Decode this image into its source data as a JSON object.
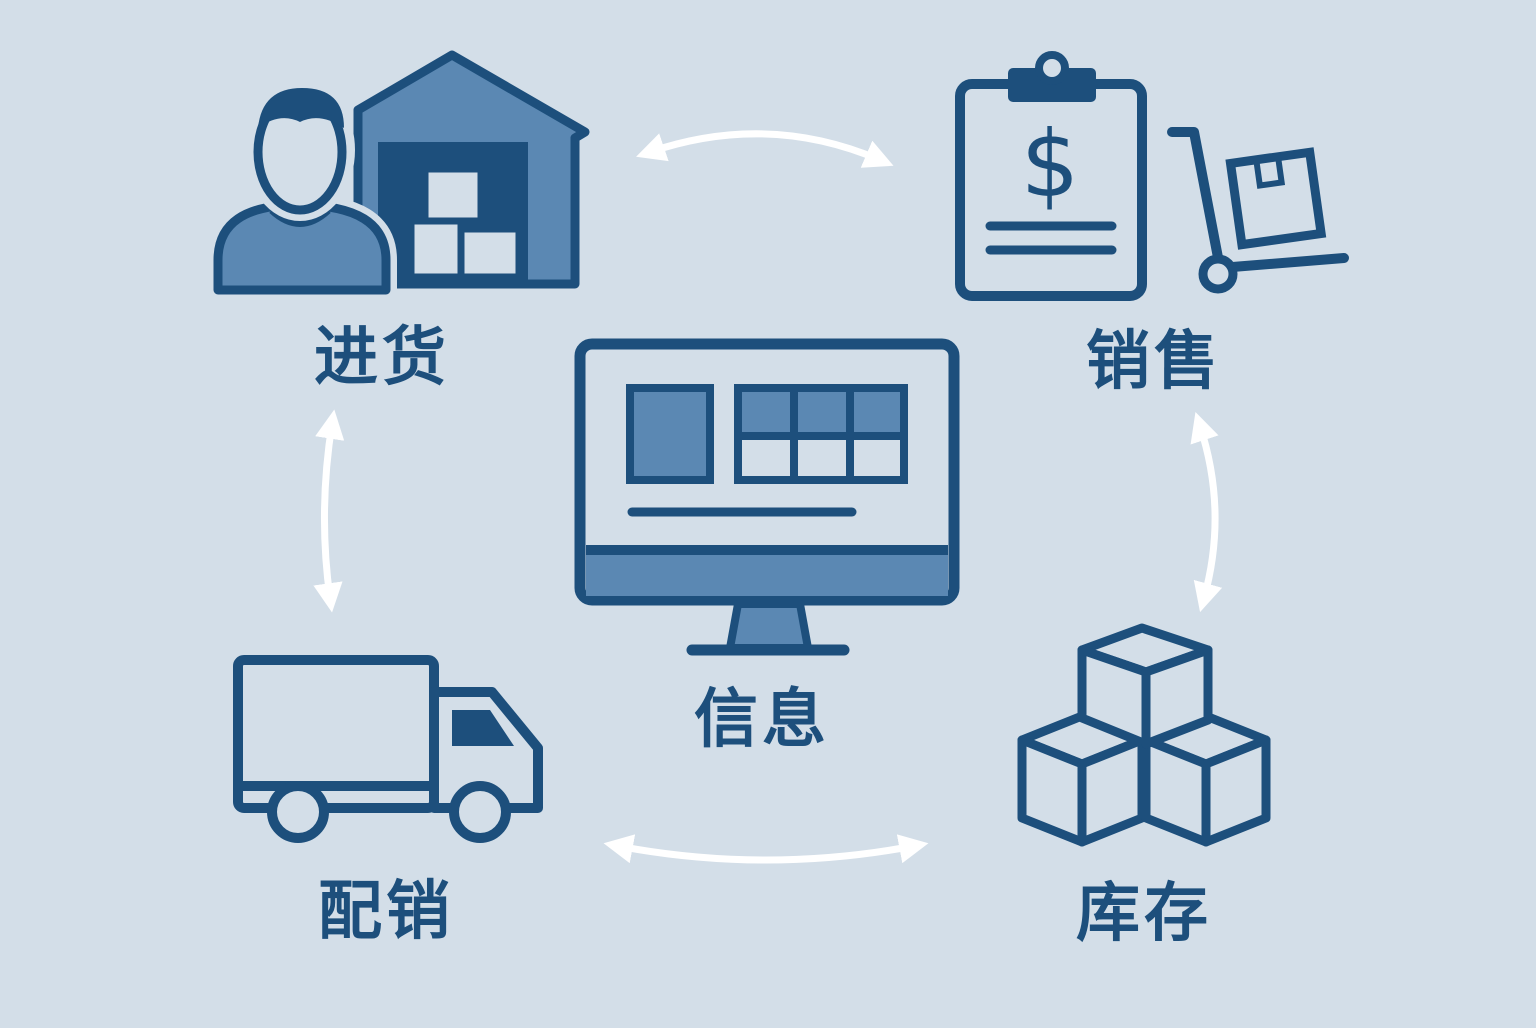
{
  "colors": {
    "background": "#d3dee8",
    "stroke": "#1d4f7c",
    "fill": "#5b88b3",
    "light_fill": "#d3dee8",
    "arrow": "#ffffff"
  },
  "nodes": {
    "purchasing": {
      "label": "进货",
      "icons": [
        "person-icon",
        "warehouse-icon"
      ]
    },
    "sales": {
      "label": "销售",
      "icons": [
        "clipboard-dollar-icon",
        "hand-truck-icon"
      ]
    },
    "information": {
      "label": "信息",
      "icons": [
        "computer-monitor-icon"
      ]
    },
    "distribution": {
      "label": "配销",
      "icons": [
        "truck-icon"
      ]
    },
    "inventory": {
      "label": "库存",
      "icons": [
        "stacked-boxes-icon"
      ]
    }
  },
  "connections": [
    {
      "from": "purchasing",
      "to": "sales",
      "type": "bidirectional"
    },
    {
      "from": "sales",
      "to": "inventory",
      "type": "bidirectional"
    },
    {
      "from": "inventory",
      "to": "distribution",
      "type": "bidirectional"
    },
    {
      "from": "distribution",
      "to": "purchasing",
      "type": "bidirectional"
    }
  ],
  "sales_symbol": "$"
}
